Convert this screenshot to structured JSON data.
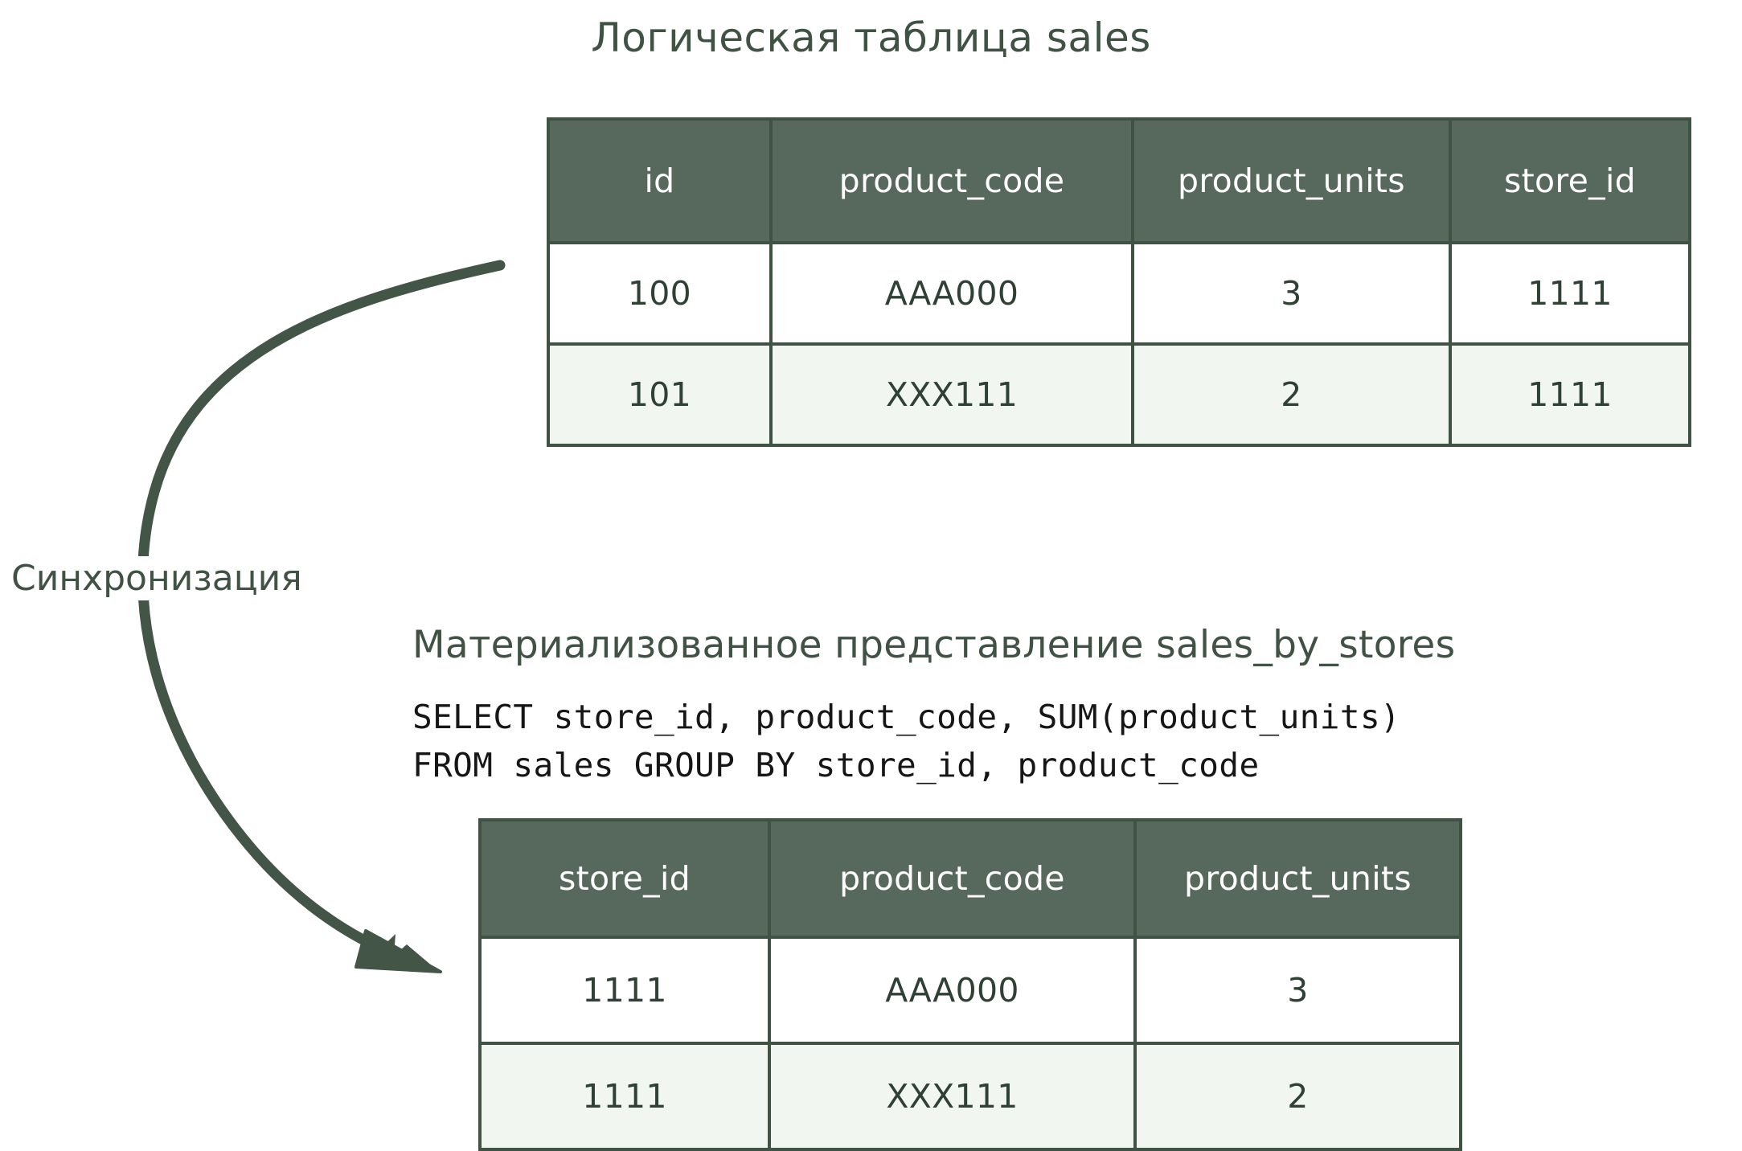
{
  "colors": {
    "header_fill": "#57685C",
    "border_dark": "#3F5244",
    "row_alt": "#F1F7F0",
    "row_base": "#FFFFFF",
    "text_dark": "#2F4035",
    "sql_text": "#161616",
    "arrow": "#435546"
  },
  "logical_table": {
    "title": "Логическая таблица sales",
    "columns": [
      "id",
      "product_code",
      "product_units",
      "store_id"
    ],
    "rows": [
      [
        "100",
        "AAA000",
        "3",
        "1111"
      ],
      [
        "101",
        "XXX111",
        "2",
        "1111"
      ]
    ]
  },
  "sync": {
    "label": "Синхронизация",
    "arrow_name": "sync-arrow"
  },
  "materialized_view": {
    "title": "Материализованное представление sales_by_stores",
    "sql_lines": [
      "SELECT store_id, product_code, SUM(product_units)",
      "FROM sales GROUP BY store_id, product_code"
    ],
    "columns": [
      "store_id",
      "product_code",
      "product_units"
    ],
    "rows": [
      [
        "1111",
        "AAA000",
        "3"
      ],
      [
        "1111",
        "XXX111",
        "2"
      ]
    ]
  }
}
